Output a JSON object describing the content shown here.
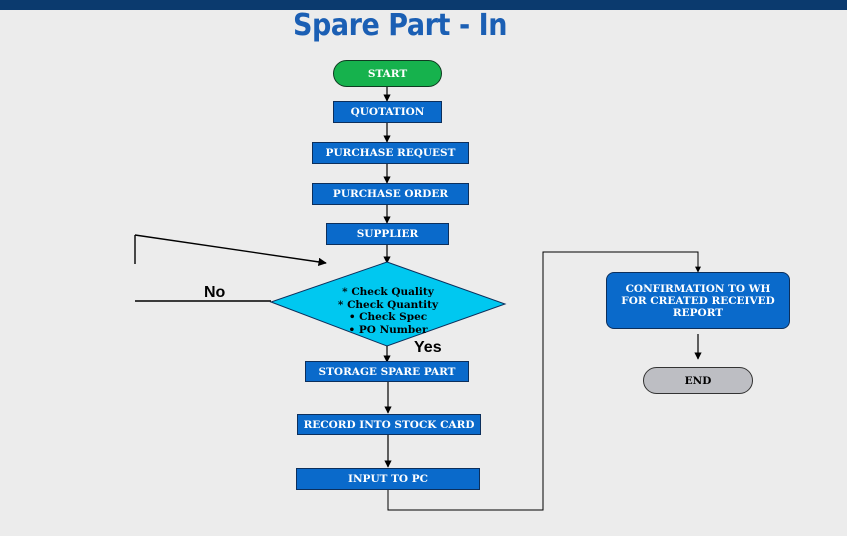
{
  "title": "Spare Part - In",
  "nodes": {
    "start": "START",
    "quotation": "QUOTATION",
    "purchase_request": "PURCHASE REQUEST",
    "purchase_order": "PURCHASE ORDER",
    "supplier": "SUPPLIER",
    "check": {
      "line1": "* Check Quality",
      "line2": "* Check Quantity",
      "line3": "•   Check Spec",
      "line4": "•   PO Number"
    },
    "storage": "STORAGE SPARE PART",
    "record": "RECORD INTO STOCK CARD",
    "input_pc": "INPUT TO PC",
    "confirmation": {
      "line1": "CONFIRMATION TO WH",
      "line2": "FOR CREATED RECEIVED",
      "line3": "REPORT"
    },
    "end": "END"
  },
  "edges": {
    "no_label": "No",
    "yes_label": "Yes"
  },
  "colors": {
    "process_box": "#0a6acb",
    "start_pill": "#16b24d",
    "end_pill": "#bdbec3",
    "decision": "#00c8f0",
    "title": "#1b5fb4",
    "top_bar": "#0b3a6e"
  }
}
